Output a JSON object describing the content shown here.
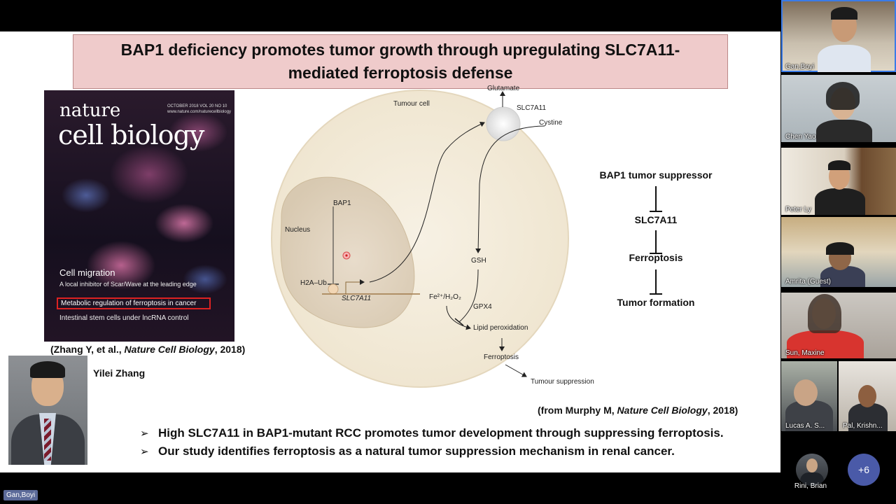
{
  "slide": {
    "title": "BAP1 deficiency promotes tumor growth through upregulating SLC7A11-mediated ferroptosis defense",
    "cover": {
      "journal_line1": "nature",
      "journal_line2": "cell biology",
      "issue": "OCTOBER 2018 VOL 20 NO 10",
      "url": "www.nature.com/naturecellbiology",
      "headline1": "Cell migration",
      "headline2": "A local inhibitor of Scar/Wave at the leading edge",
      "headline3": "Metabolic regulation of ferroptosis in cancer",
      "headline4": "Intestinal stem cells under lncRNA control"
    },
    "cover_caption_pre": "(Zhang Y, et al., ",
    "cover_caption_journal": "Nature Cell Biology",
    "cover_caption_post": ", 2018)",
    "author_name": "Yilei Zhang",
    "diagram": {
      "glutamate": "Glutamate",
      "tumour_cell": "Tumour cell",
      "slc7a11_transporter": "SLC7A11",
      "cystine": "Cystine",
      "bap1": "BAP1",
      "nucleus": "Nucleus",
      "h2a_ub": "H2A–Ub",
      "slc7a11_gene": "SLC7A11",
      "gsh": "GSH",
      "fe": "Fe²⁺/H₂O₂",
      "gpx4": "GPX4",
      "lipid_peroxidation": "Lipid peroxidation",
      "ferroptosis": "Ferroptosis",
      "tumour_suppression": "Tumour suppression"
    },
    "diagram_caption_pre": "(from Murphy M, ",
    "diagram_caption_journal": "Nature Cell Biology",
    "diagram_caption_post": ", 2018)",
    "pathway": [
      "BAP1 tumor suppressor",
      "SLC7A11",
      "Ferroptosis",
      "Tumor formation"
    ],
    "bullets": [
      "High SLC7A11 in BAP1-mutant RCC promotes tumor development through suppressing ferroptosis.",
      "Our study identifies ferroptosis as a natural tumor suppression mechanism in renal cancer."
    ],
    "bullet_marker": "➢"
  },
  "participants": [
    {
      "name": "Gan,Boyi"
    },
    {
      "name": "Chen Yao"
    },
    {
      "name": "Peter Ly"
    },
    {
      "name": "Amrita (Guest)"
    },
    {
      "name": "Sun, Maxine"
    },
    {
      "name": "Lucas A. S..."
    },
    {
      "name": "Pal, Krishn..."
    }
  ],
  "extra_participant": {
    "name": "Rini, Brian"
  },
  "more_count": "+6",
  "speaker_label": "Gan,Boyi",
  "colors": {
    "title_bg": "#efcbcb",
    "more_button": "#4a5aa8",
    "active_outline": "#3a7be8"
  }
}
